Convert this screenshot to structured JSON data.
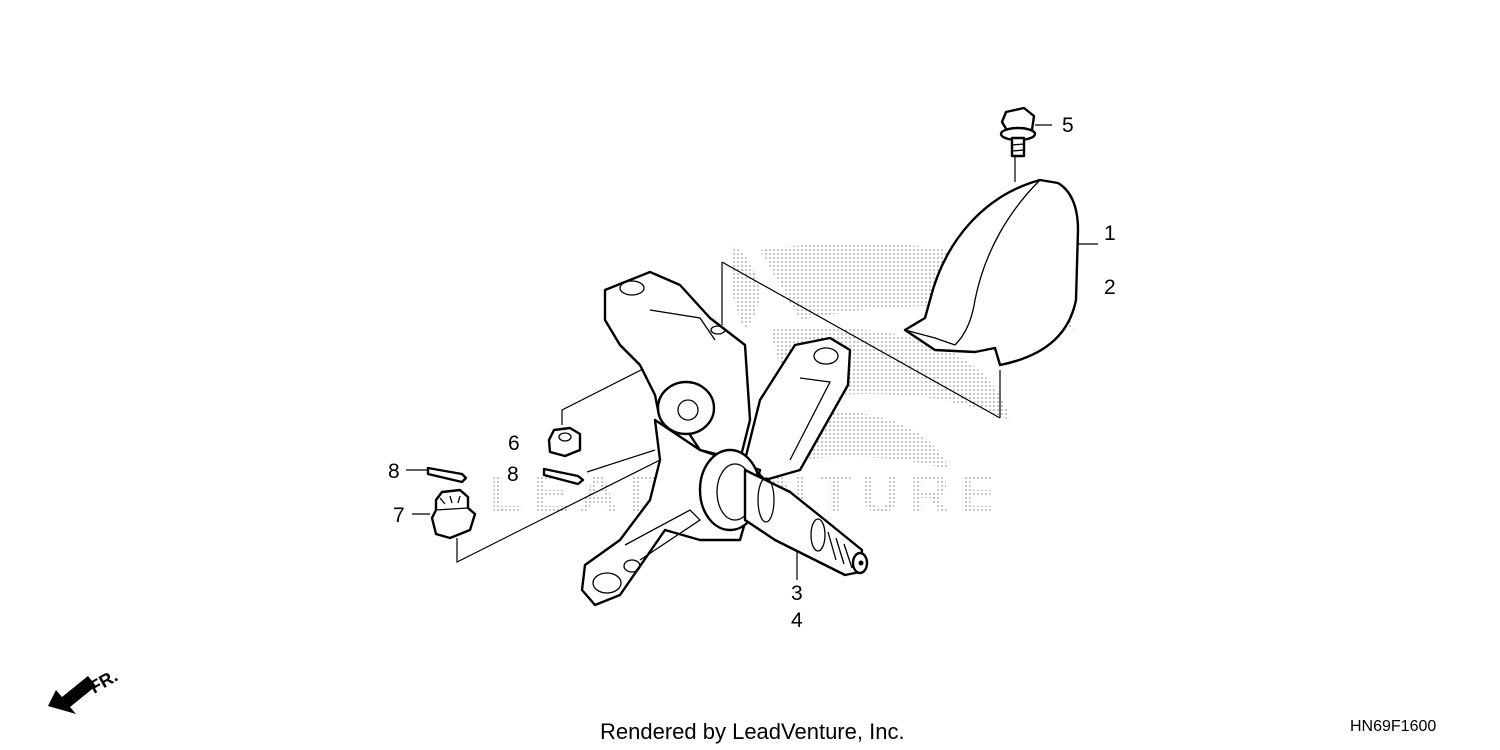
{
  "diagram": {
    "callouts": [
      {
        "id": "c1",
        "text": "1"
      },
      {
        "id": "c2",
        "text": "2"
      },
      {
        "id": "c3",
        "text": "3"
      },
      {
        "id": "c4",
        "text": "4"
      },
      {
        "id": "c5",
        "text": "5"
      },
      {
        "id": "c6",
        "text": "6"
      },
      {
        "id": "c7",
        "text": "7"
      },
      {
        "id": "c8a",
        "text": "8"
      },
      {
        "id": "c8b",
        "text": "8"
      }
    ],
    "direction_label": "FR.",
    "watermark": "LEADVENTURE"
  },
  "footer": {
    "credit": "Rendered by LeadVenture, Inc.",
    "diagram_code": "HN69F1600"
  },
  "colors": {
    "line": "#000000",
    "background": "#ffffff",
    "watermark_dots": "#9a9a9a"
  }
}
